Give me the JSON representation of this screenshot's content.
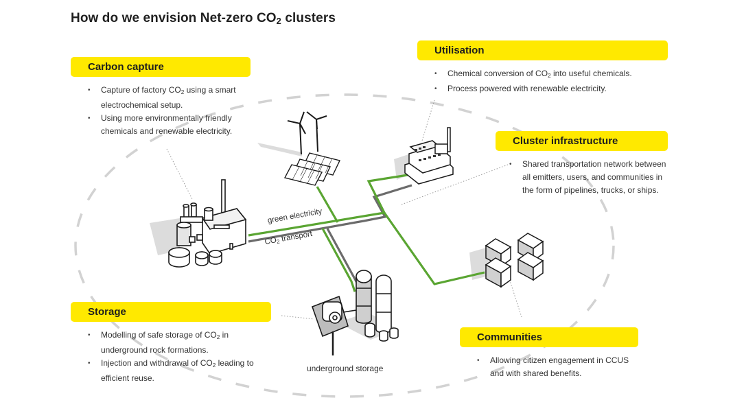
{
  "title": {
    "prefix": "How do we envision Net-zero CO",
    "sub": "2",
    "suffix": " clusters"
  },
  "colors": {
    "banner": "#ffe900",
    "green_line": "#5aa532",
    "co2_line": "#6b6b6b",
    "dash_ellipse": "#cfcfcf"
  },
  "panels": {
    "carbon_capture": {
      "heading": "Carbon capture",
      "bullets": [
        {
          "pre": "Capture of factory CO",
          "sub": "2",
          "post": " using a smart electrochemical setup."
        },
        {
          "pre": "Using more environmentally friendly chemicals and renewable electricity.",
          "sub": "",
          "post": ""
        }
      ]
    },
    "utilisation": {
      "heading": "Utilisation",
      "bullets": [
        {
          "pre": "Chemical conversion of CO",
          "sub": "2",
          "post": " into useful chemicals."
        },
        {
          "pre": "Process powered with renewable electricity.",
          "sub": "",
          "post": ""
        }
      ]
    },
    "cluster_infrastructure": {
      "heading": "Cluster infrastructure",
      "bullets": [
        {
          "pre": "Shared transportation network between all emitters, users, and communities in the form of pipelines, trucks, or ships.",
          "sub": "",
          "post": ""
        }
      ]
    },
    "storage": {
      "heading": "Storage",
      "bullets": [
        {
          "pre": "Modelling of safe storage of CO",
          "sub": "2",
          "post": " in underground rock formations."
        },
        {
          "pre": "Injection and withdrawal of CO",
          "sub": "2",
          "post": " leading to efficient reuse."
        }
      ]
    },
    "communities": {
      "heading": "Communities",
      "bullets": [
        {
          "pre": "Allowing citizen engagement in CCUS and with shared benefits.",
          "sub": "",
          "post": ""
        }
      ]
    }
  },
  "labels": {
    "green_electricity": "green electricity",
    "co2_transport": {
      "pre": "CO",
      "sub": "2",
      "post": " transport"
    },
    "underground_storage": "underground storage"
  },
  "icons": {
    "factory": "factory-icon",
    "wind_turbines": "wind-turbine-icon",
    "solar_panels": "solar-panel-icon",
    "chemical_plant": "chemical-plant-icon",
    "houses": "houses-icon",
    "storage_tanks": "storage-tank-icon"
  }
}
